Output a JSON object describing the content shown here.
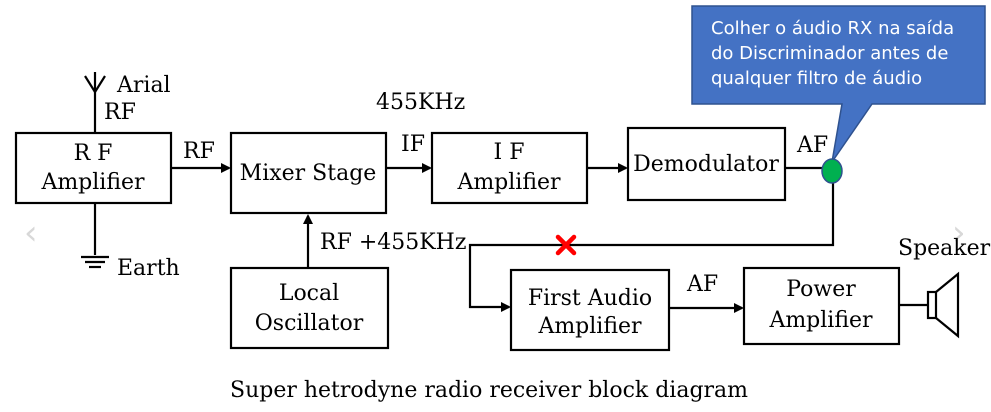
{
  "diagram": {
    "blocks": {
      "rf_amplifier": [
        "R F",
        "Amplifier"
      ],
      "mixer_stage": [
        "Mixer Stage"
      ],
      "if_amplifier": [
        "I F",
        "Amplifier"
      ],
      "demodulator": [
        "Demodulator"
      ],
      "local_oscillator": [
        "Local",
        "Oscillator"
      ],
      "first_audio_amplifier": [
        "First Audio",
        "Amplifier"
      ],
      "power_amplifier": [
        "Power",
        "Amplifier"
      ]
    },
    "labels": {
      "arial": "Arial",
      "rf_antenna": "RF",
      "rf_link": "RF",
      "freq_455": "455KHz",
      "if_link": "IF",
      "af_demod": "AF",
      "rf_plus": "RF +455KHz",
      "earth": "Earth",
      "af_audio": "AF",
      "speaker": "Speaker"
    },
    "caption": "Super hetrodyne radio receiver block diagram"
  },
  "callout": {
    "lines": [
      "Colher o áudio RX na saída",
      "do Discriminador antes de",
      "qualquer filtro de áudio"
    ],
    "fill": "#4472c4",
    "border": "#2f528f",
    "text_color": "#ffffff"
  },
  "markers": {
    "tap_point_color": "#00b050",
    "cut_mark_color": "#ff0000"
  },
  "nav": {
    "prev": "‹",
    "next": "›"
  }
}
